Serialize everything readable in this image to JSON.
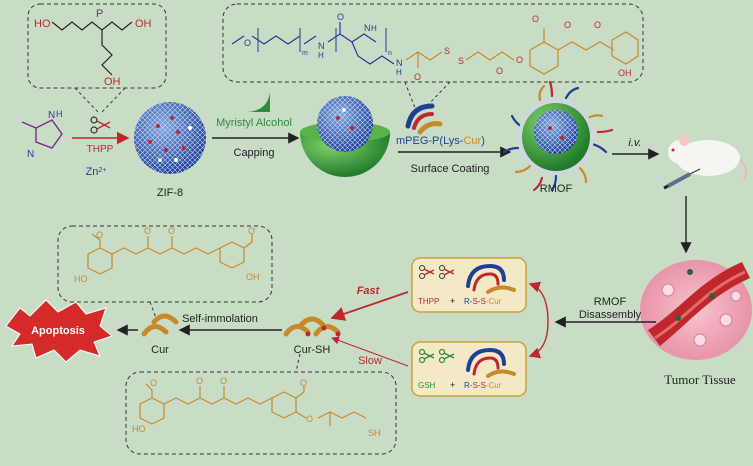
{
  "colors": {
    "background": "#c9ddc6",
    "red": "#c0272d",
    "blue": "#1f3f93",
    "orange": "#c78a2b",
    "green": "#2e8b3a",
    "purple": "#7a2a8a",
    "panel_border": "#c9a23a",
    "panel_fill": "#f4e9c7"
  },
  "top_row": {
    "thpp_label": "THPP",
    "thpp_structure": {
      "ho1": "HO",
      "ho2": "OH",
      "ho3": "OH",
      "p": "P"
    },
    "zn_label": "Zn",
    "zn_sup": "2+",
    "imidazole_n1": "N",
    "imidazole_h": "H",
    "imidazole_n2": "N",
    "zif8_label": "ZIF-8",
    "myristyl_label": "Myristyl Alcohol",
    "capping_label": "Capping",
    "polymer_label": {
      "part1": "mPEG-P(",
      "part2": "Lys",
      "part3": "-",
      "part4": "Cur",
      "part5": ")"
    },
    "surface_coating_label": "Surface Coating",
    "rmof_label": "RMOF",
    "iv_label": "i.v.",
    "polymer_structure": {
      "o1": "O",
      "m": "m",
      "n_sub": "n",
      "nh1": "N",
      "h1": "H",
      "o2": "O",
      "nh2": "N",
      "h2": "H",
      "nh3": "N",
      "h3": "H",
      "o3": "O",
      "s1": "S",
      "s2": "S",
      "o4": "O",
      "o5": "O",
      "o6": "O",
      "o7": "O",
      "o8": "O",
      "oh": "OH"
    }
  },
  "bottom_row": {
    "tumor_label": "Tumor Tissue",
    "disassembly_label_1": "RMOF",
    "disassembly_label_2": "Disassembly",
    "fast_label": "Fast",
    "slow_label": "Slow",
    "fast_panel": {
      "thpp": "THPP",
      "plus": "+",
      "r": "R-",
      "s1": "S",
      "dash": "-",
      "s2": "S",
      "cur": "-Cur"
    },
    "slow_panel": {
      "gsh": "GSH",
      "plus": "+",
      "r": "R-",
      "s1": "S",
      "dash": "-",
      "s2": "S",
      "cur": "-Cur"
    },
    "cur_sh_label": "Cur-SH",
    "self_immolation_label": "Self-immolation",
    "cur_label": "Cur",
    "apoptosis_label": "Apoptosis",
    "cur_structure": {
      "o1": "O",
      "o2": "O",
      "o3": "O",
      "o4": "O",
      "ho": "HO",
      "oh": "OH"
    },
    "cursh_structure": {
      "o1": "O",
      "o2": "O",
      "o3": "O",
      "o4": "O",
      "o5": "O",
      "ho": "HO",
      "sh": "SH"
    }
  }
}
